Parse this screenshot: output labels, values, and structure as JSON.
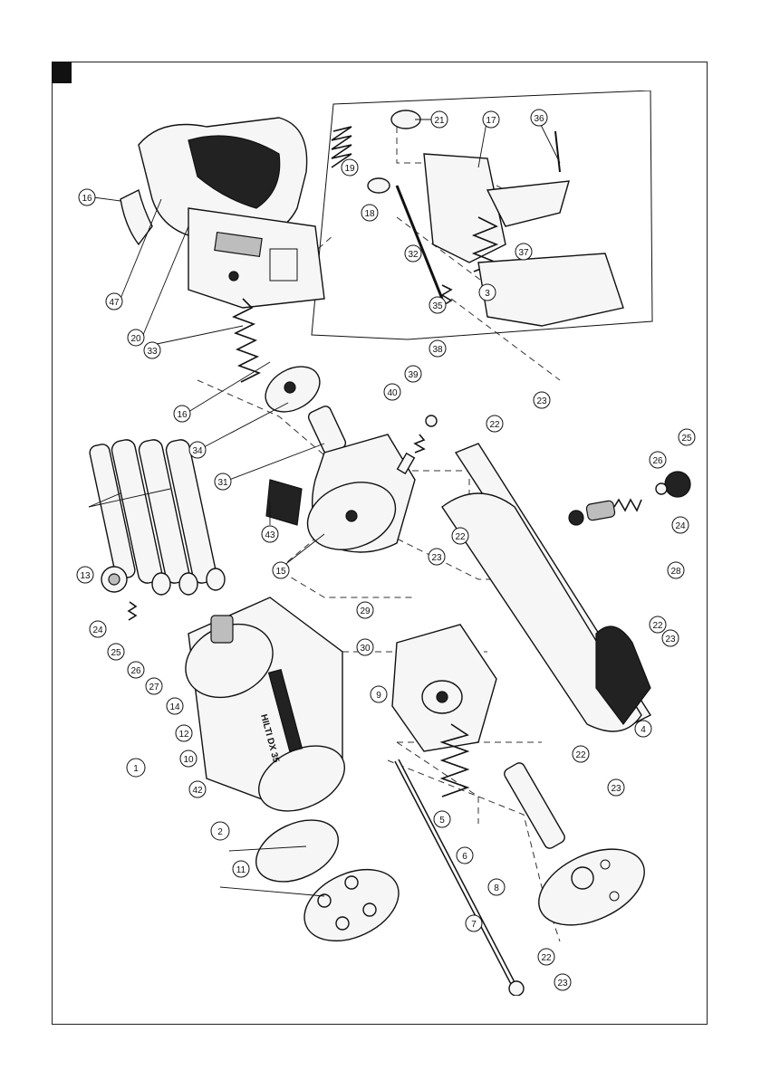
{
  "callouts": [
    {
      "label": "16"
    },
    {
      "label": "47"
    },
    {
      "label": "20"
    },
    {
      "label": "33"
    },
    {
      "label": "16"
    },
    {
      "label": "34"
    },
    {
      "label": "31"
    },
    {
      "label": "43"
    },
    {
      "label": "15"
    },
    {
      "label": "21"
    },
    {
      "label": "17"
    },
    {
      "label": "36"
    },
    {
      "label": "19"
    },
    {
      "label": "18"
    },
    {
      "label": "32"
    },
    {
      "label": "37"
    },
    {
      "label": "35"
    },
    {
      "label": "3"
    },
    {
      "label": "38"
    },
    {
      "label": "39"
    },
    {
      "label": "40"
    },
    {
      "label": "22"
    },
    {
      "label": "23"
    },
    {
      "label": "25"
    },
    {
      "label": "26"
    },
    {
      "label": "24"
    },
    {
      "label": "28"
    },
    {
      "label": "22"
    },
    {
      "label": "23"
    },
    {
      "label": "29"
    },
    {
      "label": "30"
    },
    {
      "label": "13"
    },
    {
      "label": "24"
    },
    {
      "label": "25"
    },
    {
      "label": "26"
    },
    {
      "label": "27"
    },
    {
      "label": "14"
    },
    {
      "label": "12"
    },
    {
      "label": "10"
    },
    {
      "label": "42"
    },
    {
      "label": "1"
    },
    {
      "label": "2"
    },
    {
      "label": "11"
    },
    {
      "label": "9"
    },
    {
      "label": "5"
    },
    {
      "label": "6"
    },
    {
      "label": "22"
    },
    {
      "label": "23"
    },
    {
      "label": "8"
    },
    {
      "label": "7"
    },
    {
      "label": "22"
    },
    {
      "label": "23"
    },
    {
      "label": "4"
    },
    {
      "label": "23"
    },
    {
      "label": "22"
    }
  ],
  "labelled_callouts": [
    "1",
    "2",
    "3"
  ],
  "product_text": "HILTI DX 35",
  "colors": {
    "ink": "#111111",
    "paper": "#ffffff",
    "shade": "#bdbdbd"
  }
}
